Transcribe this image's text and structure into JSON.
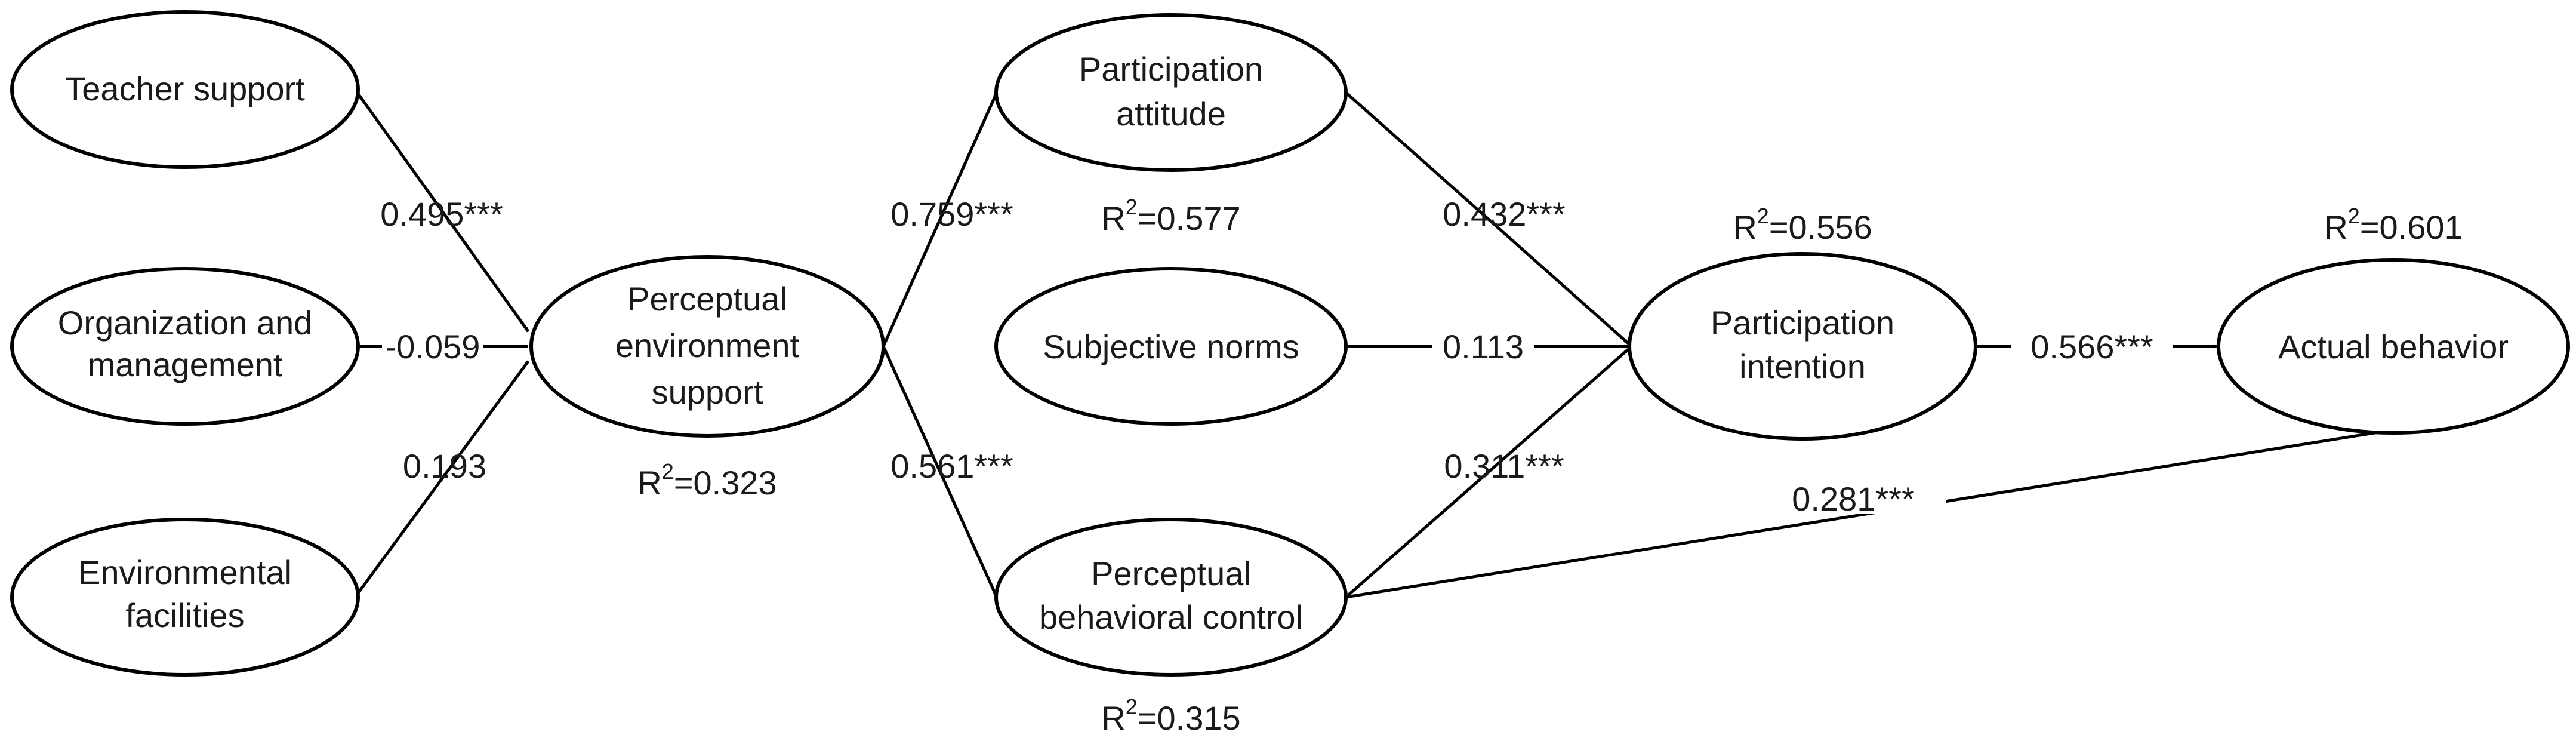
{
  "nodes": [
    {
      "id": "teacher_support",
      "lines": [
        "Teacher support"
      ]
    },
    {
      "id": "organization_management",
      "lines": [
        "Organization and",
        "management"
      ]
    },
    {
      "id": "environmental_facilities",
      "lines": [
        "Environmental",
        "facilities"
      ]
    },
    {
      "id": "perceptual_environment_support",
      "lines": [
        "Perceptual",
        "environment",
        "support"
      ]
    },
    {
      "id": "participation_attitude",
      "lines": [
        "Participation",
        "attitude"
      ]
    },
    {
      "id": "subjective_norms",
      "lines": [
        "Subjective norms"
      ]
    },
    {
      "id": "perceptual_behavioral_control",
      "lines": [
        "Perceptual",
        "behavioral control"
      ]
    },
    {
      "id": "participation_intention",
      "lines": [
        "Participation",
        "intention"
      ]
    },
    {
      "id": "actual_behavior",
      "lines": [
        "Actual behavior"
      ]
    }
  ],
  "edges": [
    {
      "from": "teacher_support",
      "to": "perceptual_environment_support",
      "coefficient": "0.495***"
    },
    {
      "from": "organization_management",
      "to": "perceptual_environment_support",
      "coefficient": "-0.059"
    },
    {
      "from": "environmental_facilities",
      "to": "perceptual_environment_support",
      "coefficient": "0.193"
    },
    {
      "from": "perceptual_environment_support",
      "to": "participation_attitude",
      "coefficient": "0.759***"
    },
    {
      "from": "perceptual_environment_support",
      "to": "perceptual_behavioral_control",
      "coefficient": "0.561***"
    },
    {
      "from": "participation_attitude",
      "to": "participation_intention",
      "coefficient": "0.432***"
    },
    {
      "from": "subjective_norms",
      "to": "participation_intention",
      "coefficient": "0.113"
    },
    {
      "from": "perceptual_behavioral_control",
      "to": "participation_intention",
      "coefficient": "0.311***"
    },
    {
      "from": "participation_intention",
      "to": "actual_behavior",
      "coefficient": "0.566***"
    },
    {
      "from": "perceptual_behavioral_control",
      "to": "actual_behavior",
      "coefficient": "0.281***"
    }
  ],
  "r_squared": [
    {
      "node": "perceptual_environment_support",
      "label": "R",
      "power": "2",
      "value": "=0.323"
    },
    {
      "node": "participation_attitude",
      "label": "R",
      "power": "2",
      "value": "=0.577"
    },
    {
      "node": "perceptual_behavioral_control",
      "label": "R",
      "power": "2",
      "value": "=0.315"
    },
    {
      "node": "participation_intention",
      "label": "R",
      "power": "2",
      "value": "=0.556"
    },
    {
      "node": "actual_behavior",
      "label": "R",
      "power": "2",
      "value": "=0.601"
    }
  ]
}
